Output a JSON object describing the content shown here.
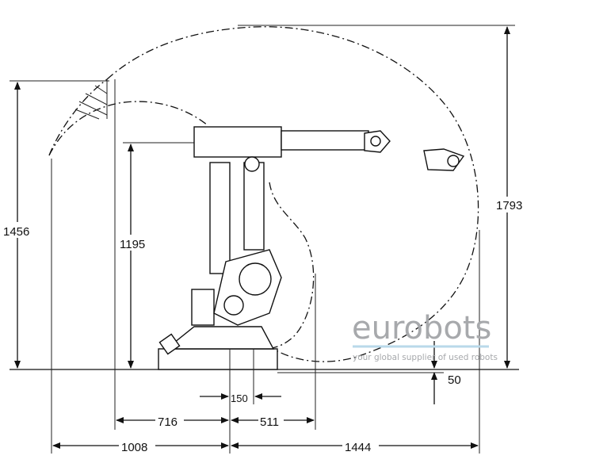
{
  "diagram": {
    "dimensions": {
      "left_height": "1456",
      "arm_height": "1195",
      "total_height": "1793",
      "base_offset": "50",
      "base_width": "150",
      "rear_reach": "716",
      "front_reach_min": "511",
      "rear_reach_max": "1008",
      "front_reach_max": "1444"
    },
    "watermark": {
      "brand": "eurobots",
      "tagline": "your global supplier of used robots",
      "text_color": "#a7a9ac",
      "rule_color": "#b9d9ea"
    }
  }
}
